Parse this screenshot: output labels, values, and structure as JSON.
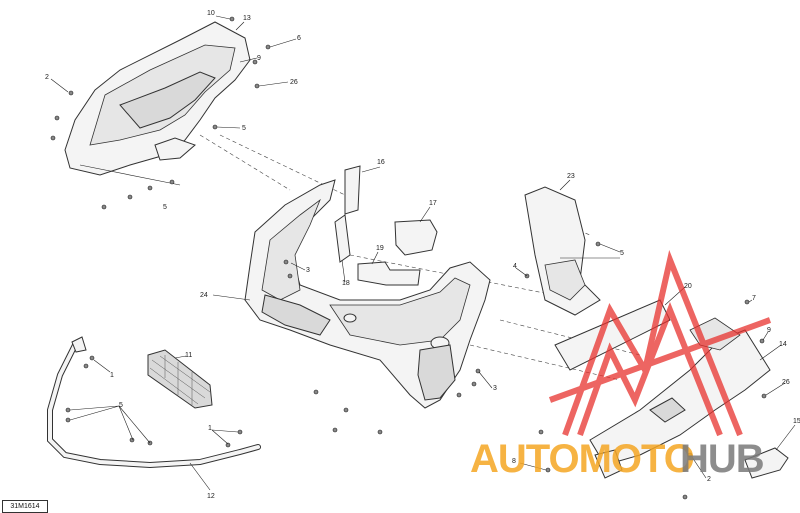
{
  "diagram": {
    "reference_code": "31M1614",
    "callouts": [
      "10",
      "13",
      "6",
      "9",
      "2",
      "26",
      "5",
      "16",
      "17",
      "18",
      "19",
      "23",
      "3",
      "24",
      "20",
      "7",
      "9",
      "14",
      "26",
      "11",
      "1",
      "5",
      "12",
      "4",
      "3",
      "5",
      "1",
      "2",
      "8",
      "15"
    ],
    "parts": [
      "upper-air-deflector",
      "bumper",
      "bumper-insert-left",
      "bumper-insert-right",
      "mesh-grille",
      "tube-guard",
      "side-panel",
      "lower-skid-plate",
      "foam-block",
      "foam-strip",
      "small-bracket"
    ]
  },
  "watermark": {
    "brand_part_1": "AUTOMOTO",
    "brand_part_2": "HUB",
    "colors": {
      "mark": "#e8322e",
      "text_orange": "#f5a623",
      "text_grey": "#7a7a7a"
    }
  }
}
